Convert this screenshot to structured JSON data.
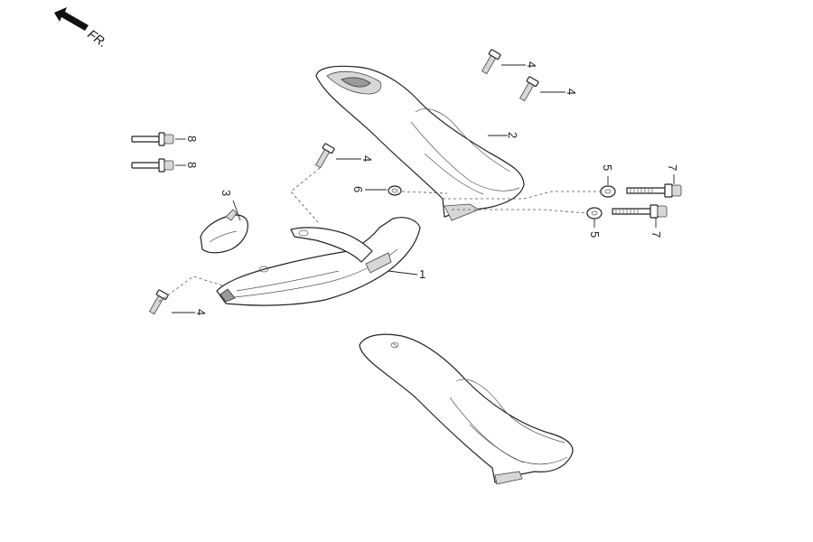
{
  "orientation": {
    "label": "FR."
  },
  "callouts": {
    "c1": "1",
    "c2": "2",
    "c3": "3",
    "c4a": "4",
    "c4b": "4",
    "c4c": "4",
    "c4d": "4",
    "c5a": "5",
    "c5b": "5",
    "c6": "6",
    "c7a": "7",
    "c7b": "7",
    "c8a": "8",
    "c8b": "8"
  }
}
